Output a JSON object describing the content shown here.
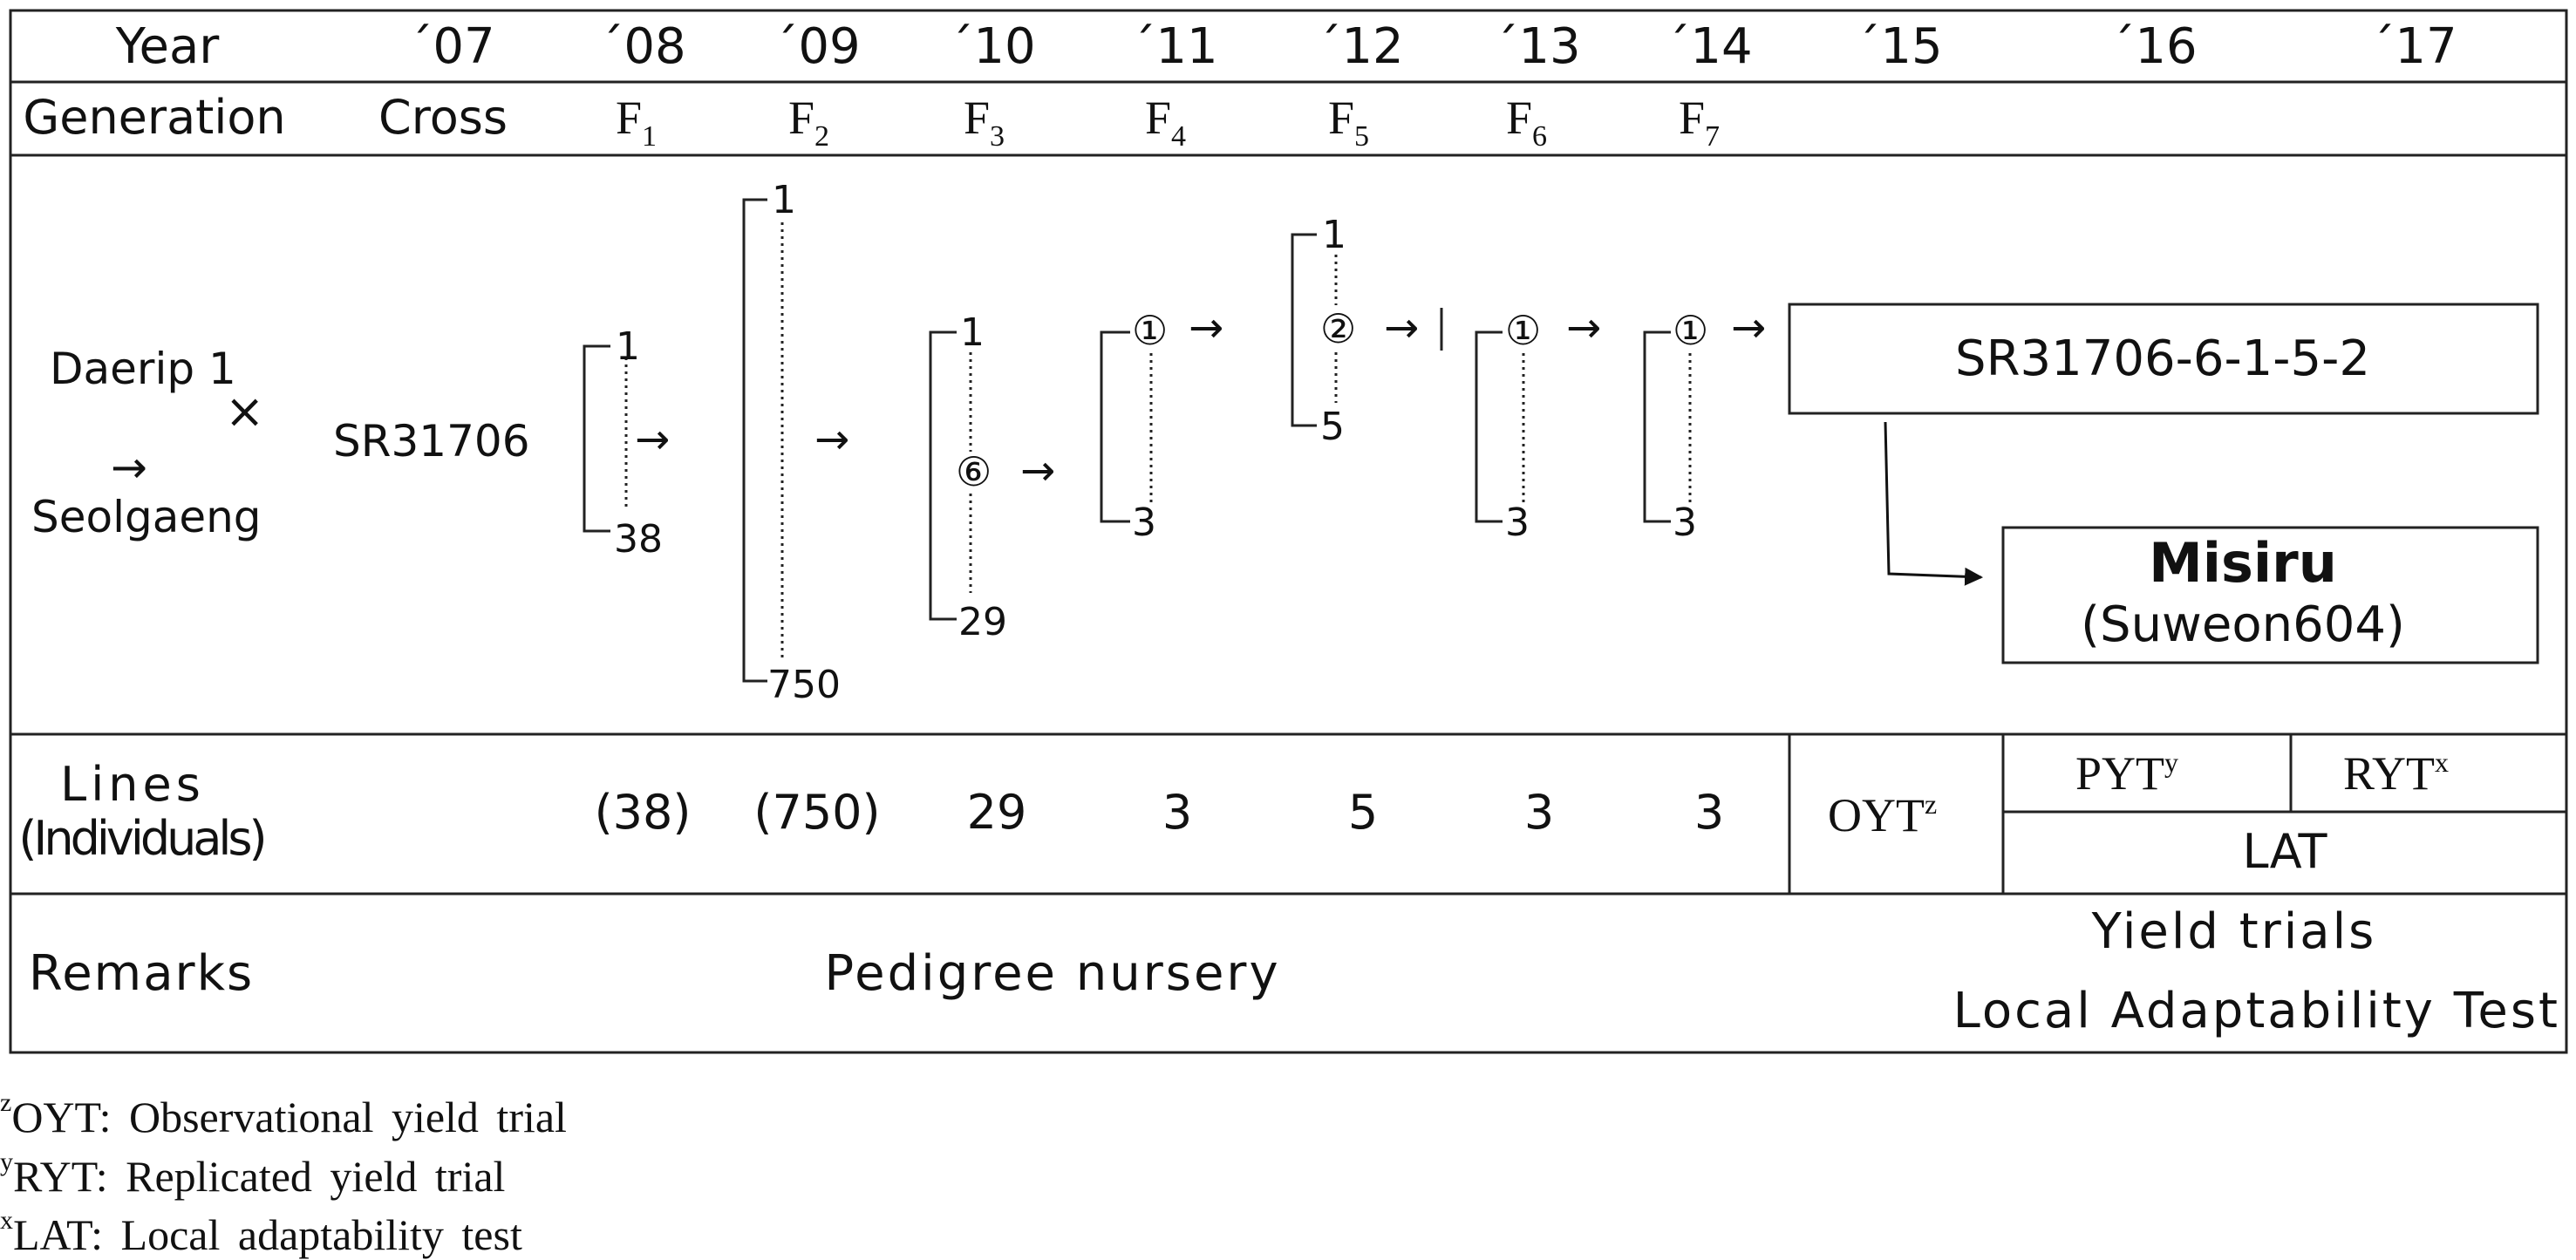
{
  "years": {
    "label": "Year",
    "values": [
      "´07",
      "´08",
      "´09",
      "´10",
      "´11",
      "´12",
      "´13",
      "´14",
      "´15",
      "´16",
      "´17"
    ]
  },
  "generation": {
    "label": "Generation",
    "cross": "Cross",
    "filial": [
      {
        "letter": "F",
        "sub": "1"
      },
      {
        "letter": "F",
        "sub": "2"
      },
      {
        "letter": "F",
        "sub": "3"
      },
      {
        "letter": "F",
        "sub": "4"
      },
      {
        "letter": "F",
        "sub": "5"
      },
      {
        "letter": "F",
        "sub": "6"
      },
      {
        "letter": "F",
        "sub": "7"
      }
    ]
  },
  "pedigree": {
    "parent1": "Daerip 1",
    "cross_symbol": "×",
    "parent2": "Seolgaeng",
    "arrow": "→",
    "cross_name": "SR31706",
    "selected_line": "SR31706-6-1-5-2",
    "cultivar_name": "Misiru",
    "cultivar_code": "(Suweon604)",
    "bracket_f1": {
      "top": "1",
      "bottom": "38"
    },
    "bracket_f2": {
      "top": "1",
      "bottom": "750"
    },
    "bracket_f3": {
      "top": "1",
      "selected": "⑥",
      "bottom": "29"
    },
    "bracket_f4": {
      "selected": "①",
      "bottom": "3"
    },
    "bracket_f5": {
      "top": "1",
      "selected": "②",
      "bottom": "5"
    },
    "bracket_f6": {
      "selected": "①",
      "bottom": "3"
    },
    "bracket_f7": {
      "selected": "①",
      "bottom": "3"
    }
  },
  "lines": {
    "label_line1": "Lines",
    "label_line2": "(Individuals)",
    "values": [
      "(38)",
      "(750)",
      "29",
      "3",
      "5",
      "3",
      "3"
    ],
    "oyt": {
      "text": "OYT",
      "sup": "z"
    },
    "pyt": {
      "text": "PYT",
      "sup": "y"
    },
    "ryt": {
      "text": "RYT",
      "sup": "x"
    },
    "lat": "LAT"
  },
  "remarks": {
    "label": "Remarks",
    "nursery": "Pedigree nursery",
    "yield_trials": "Yield trials",
    "local_test": "Local Adaptability Test"
  },
  "footnotes": [
    {
      "sup": "z",
      "text": "OYT: Observational yield trial"
    },
    {
      "sup": "y",
      "text": "RYT: Replicated yield trial"
    },
    {
      "sup": "x",
      "text": "LAT: Local adaptability test"
    }
  ]
}
